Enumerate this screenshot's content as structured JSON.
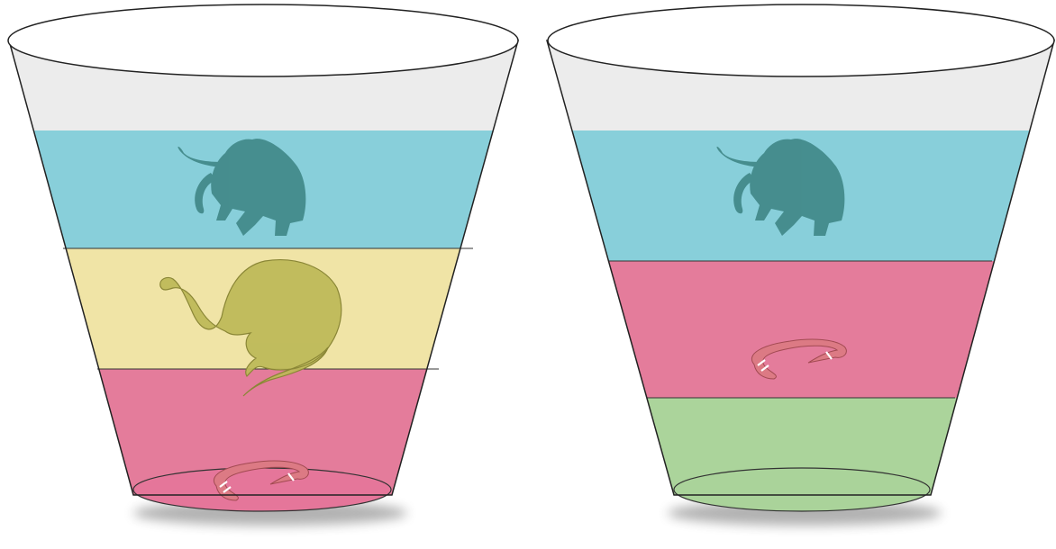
{
  "colors": {
    "background": "#ffffff",
    "empty_top_layer": "#ececec",
    "blue_layer": "#88cfda",
    "yellow_layer": "#f0e4a6",
    "pink_layer": "#e47c9b",
    "green_layer": "#abd49b",
    "mammoth": "#3f8686",
    "dinosaur": "#bdb957",
    "worm": "#dc7a84",
    "cup_outline": "#222222",
    "shadow": "#555555"
  },
  "cups": [
    {
      "name": "left-cup",
      "layers_top_to_bottom": [
        "empty",
        "blue",
        "yellow",
        "pink"
      ],
      "fossils": [
        {
          "icon": "mammoth-icon",
          "layer": "blue"
        },
        {
          "icon": "dinosaur-icon",
          "layer": "yellow"
        },
        {
          "icon": "worm-icon",
          "layer": "pink"
        }
      ]
    },
    {
      "name": "right-cup",
      "layers_top_to_bottom": [
        "empty",
        "blue",
        "pink",
        "green"
      ],
      "fossils": [
        {
          "icon": "mammoth-icon",
          "layer": "blue"
        },
        {
          "icon": "worm-icon",
          "layer": "pink"
        }
      ]
    }
  ]
}
